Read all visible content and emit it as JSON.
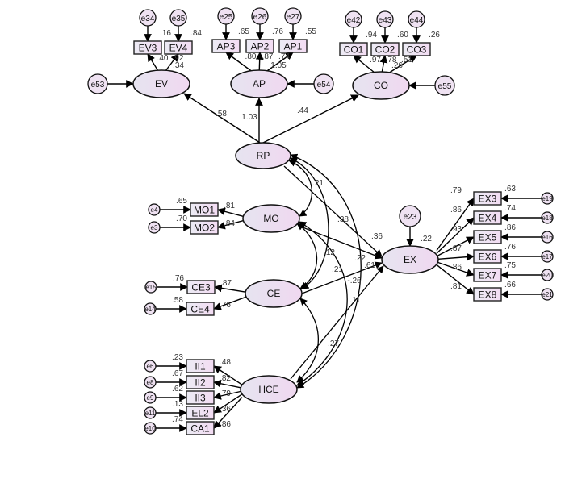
{
  "diagram": {
    "type": "structural-equation-model",
    "latent_variables": [
      {
        "id": "EV",
        "label": "EV",
        "error": "e53"
      },
      {
        "id": "AP",
        "label": "AP",
        "error": "e54"
      },
      {
        "id": "CO",
        "label": "CO",
        "error": "e55"
      },
      {
        "id": "RP",
        "label": "RP"
      },
      {
        "id": "MO",
        "label": "MO"
      },
      {
        "id": "CE",
        "label": "CE"
      },
      {
        "id": "HCE",
        "label": "HCE"
      },
      {
        "id": "EX",
        "label": "EX",
        "error": "e23",
        "r2": ".22"
      }
    ],
    "indicators": [
      {
        "id": "EV3",
        "latent": "EV",
        "error": "e34",
        "loading": ".40",
        "r2": ".16"
      },
      {
        "id": "EV4",
        "latent": "EV",
        "error": "e35",
        "loading": ".92",
        "r2": ".84"
      },
      {
        "id": "EV4b",
        "label_only": true,
        "latent": "EV",
        "loading": ".34"
      },
      {
        "id": "AP3",
        "latent": "AP",
        "error": "e25",
        "loading": ".80",
        "r2": ".65"
      },
      {
        "id": "AP2",
        "latent": "AP",
        "error": "e26",
        "loading": ".87",
        "r2": ".76"
      },
      {
        "id": "AP1",
        "latent": "AP",
        "error": "e27",
        "loading": ".74",
        "r2": ".55"
      },
      {
        "id": "CO1",
        "latent": "CO",
        "error": "e42",
        "loading": ".97",
        "r2": ".94"
      },
      {
        "id": "CO2",
        "latent": "CO",
        "error": "e43",
        "loading": ".78",
        "r2": ".60"
      },
      {
        "id": "CO3",
        "latent": "CO",
        "error": "e44",
        "loading": ".51",
        "r2": ".26"
      },
      {
        "id": "MO1",
        "latent": "MO",
        "error": "e4",
        "loading": ".81",
        "r2": ".65"
      },
      {
        "id": "MO2",
        "latent": "MO",
        "error": "e3",
        "loading": ".84",
        "r2": ".70"
      },
      {
        "id": "CE3",
        "latent": "CE",
        "error": "e15",
        "loading": ".87",
        "r2": ".76"
      },
      {
        "id": "CE4",
        "latent": "CE",
        "error": "e14",
        "loading": ".76",
        "r2": ".58"
      },
      {
        "id": "II1",
        "latent": "HCE",
        "error": "e6",
        "loading": ".48",
        "r2": ".23"
      },
      {
        "id": "II2",
        "latent": "HCE",
        "error": "e8",
        "loading": ".82",
        "r2": ".67"
      },
      {
        "id": "II3",
        "latent": "HCE",
        "error": "e9",
        "loading": ".79",
        "r2": ".62"
      },
      {
        "id": "EL2",
        "latent": "HCE",
        "error": "e11",
        "loading": ".36",
        "r2": ".13"
      },
      {
        "id": "CA1",
        "latent": "HCE",
        "error": "e10",
        "loading": ".86",
        "r2": ".74"
      },
      {
        "id": "EX3",
        "latent": "EX",
        "error": "e19",
        "loading": ".79",
        "r2": ".63"
      },
      {
        "id": "EX4",
        "latent": "EX",
        "error": "e18",
        "loading": ".86",
        "r2": ".74"
      },
      {
        "id": "EX5",
        "latent": "EX",
        "error": "e16",
        "loading": ".93",
        "r2": ".86"
      },
      {
        "id": "EX6",
        "latent": "EX",
        "error": "e17",
        "loading": ".87",
        "r2": ".76"
      },
      {
        "id": "EX7",
        "latent": "EX",
        "error": "e20",
        "loading": ".86",
        "r2": ".75"
      },
      {
        "id": "EX8",
        "latent": "EX",
        "error": "e21",
        "loading": ".81",
        "r2": ".66"
      }
    ],
    "extra_labels": {
      "ev_extra": ".34",
      "ap_extra": "1.05",
      "co_extra": ".26"
    },
    "structural_paths": [
      {
        "from": "RP",
        "to": "EV",
        "coef": ".58"
      },
      {
        "from": "RP",
        "to": "AP",
        "coef": "1.03"
      },
      {
        "from": "RP",
        "to": "CO",
        "coef": ".44"
      },
      {
        "from": "RP",
        "to": "EX",
        "coef": ".36"
      },
      {
        "from": "MO",
        "to": "EX",
        "coef": ".22"
      },
      {
        "from": "CE",
        "to": "EX",
        "coef": ".61"
      },
      {
        "from": "HCE",
        "to": "EX",
        "coef": ".11"
      }
    ],
    "covariances": [
      {
        "a": "RP",
        "b": "MO",
        "coef": ".21"
      },
      {
        "a": "RP",
        "b": "CE",
        "coef": ".38"
      },
      {
        "a": "MO",
        "b": "CE",
        "coef": ".12"
      },
      {
        "a": "MO",
        "b": "HCE",
        "coef": ".21"
      },
      {
        "a": "RP",
        "b": "HCE",
        "coef": "-.26"
      },
      {
        "a": "CE",
        "b": "HCE",
        "coef": ".27"
      }
    ]
  }
}
